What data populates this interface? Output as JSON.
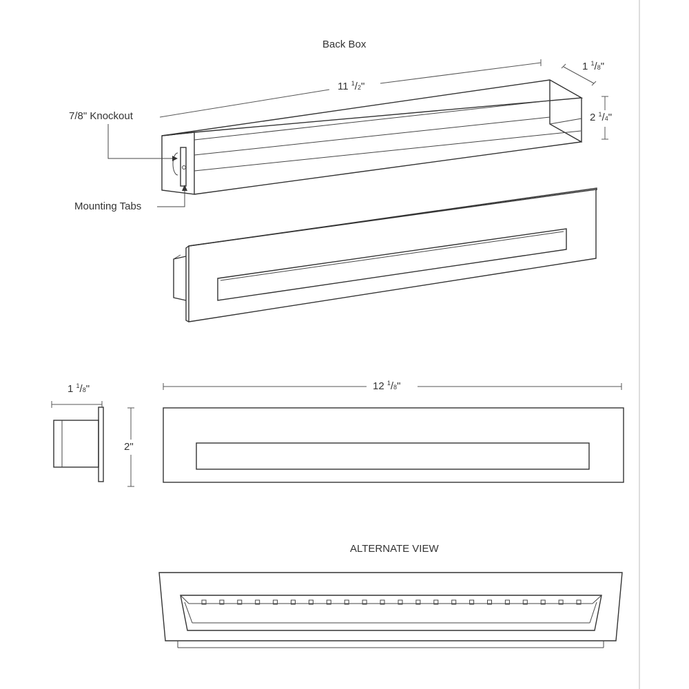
{
  "labels": {
    "back_box": "Back Box",
    "knockout": "7/8\" Knockout",
    "mounting_tabs": "Mounting Tabs",
    "alternate_view": "ALTERNATE VIEW"
  },
  "dimensions": {
    "iso_length": {
      "whole": "11 ",
      "num": "1",
      "den": "2",
      "unit": "\""
    },
    "iso_depth": {
      "whole": "1 ",
      "num": "1",
      "den": "8",
      "unit": "\""
    },
    "iso_height": {
      "whole": "2 ",
      "num": "1",
      "den": "4",
      "unit": "\""
    },
    "side_depth": {
      "whole": "1 ",
      "num": "1",
      "den": "8",
      "unit": "\""
    },
    "front_width": {
      "whole": "12 ",
      "num": "1",
      "den": "8",
      "unit": "\""
    },
    "front_height": {
      "whole": "2",
      "unit": "\""
    }
  },
  "colors": {
    "line": "#333333",
    "background": "#ffffff"
  }
}
